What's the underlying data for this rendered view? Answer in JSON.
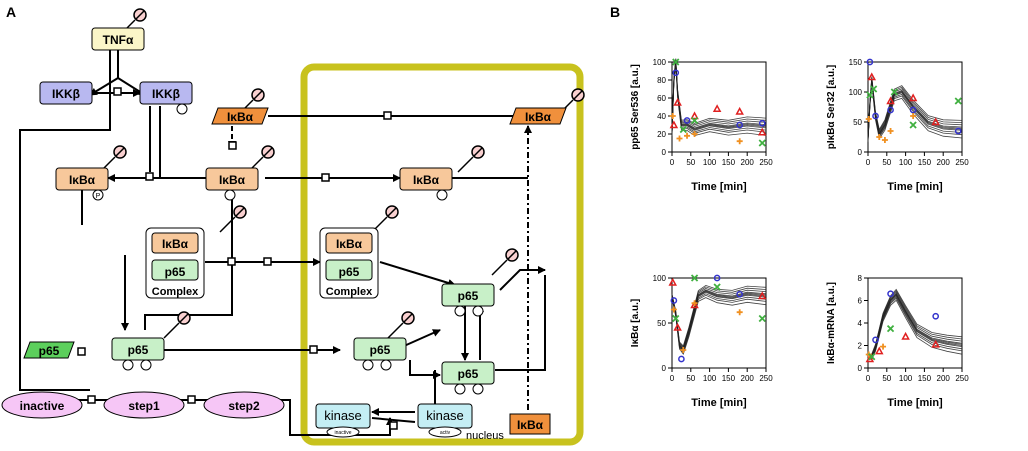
{
  "panels": {
    "a": "A",
    "b": "B"
  },
  "nodes": {
    "tnf": "TNFα",
    "ikkb": "IKKβ",
    "ikba": "IκBα",
    "p65": "p65",
    "complex": "Complex",
    "kinase": "kinase",
    "kinase_inactive": "inactive",
    "kinase_active": "activ",
    "p_mark": "P",
    "inactive": "inactive",
    "step1": "step1",
    "step2": "step2",
    "nucleus": "nucleus"
  },
  "colors": {
    "nucleus_border": "#c8c21e",
    "ikba_fill": "#f7c89b",
    "ikba_dark": "#f0903c",
    "p65_fill": "#c8f0c8",
    "p65_dark": "#5ccf5c",
    "ikkb_fill": "#b8b8f0",
    "tnf_fill": "#fbf6c8",
    "kinase_fill": "#c4eef4",
    "step_fill": "#f6c6f6"
  },
  "chart_data": [
    {
      "type": "line",
      "ylabel": "pp65 Ser536 [a.u.]",
      "xlabel": "Time [min]",
      "xlim": [
        0,
        250
      ],
      "ylim": [
        0,
        100
      ],
      "xticks": [
        0,
        50,
        100,
        150,
        200,
        250
      ],
      "yticks": [
        0,
        20,
        40,
        60,
        80,
        100
      ],
      "fit": [
        [
          0,
          20
        ],
        [
          5,
          80
        ],
        [
          10,
          100
        ],
        [
          15,
          65
        ],
        [
          25,
          30
        ],
        [
          40,
          30
        ],
        [
          60,
          25
        ],
        [
          100,
          30
        ],
        [
          150,
          27
        ],
        [
          200,
          30
        ],
        [
          250,
          28
        ]
      ],
      "series": [
        {
          "marker": "circle",
          "color": "#3333cc",
          "points": [
            [
              10,
              88
            ],
            [
              40,
              35
            ],
            [
              180,
              30
            ],
            [
              240,
              32
            ]
          ]
        },
        {
          "marker": "triangle",
          "color": "#e02020",
          "points": [
            [
              5,
              30
            ],
            [
              15,
              55
            ],
            [
              60,
              40
            ],
            [
              120,
              48
            ],
            [
              180,
              45
            ],
            [
              240,
              22
            ]
          ]
        },
        {
          "marker": "plus",
          "color": "#f09020",
          "points": [
            [
              2,
              40
            ],
            [
              20,
              15
            ],
            [
              40,
              18
            ],
            [
              60,
              20
            ],
            [
              180,
              12
            ]
          ]
        },
        {
          "marker": "cross",
          "color": "#40b040",
          "points": [
            [
              10,
              100
            ],
            [
              30,
              25
            ],
            [
              60,
              35
            ],
            [
              240,
              10
            ]
          ]
        }
      ]
    },
    {
      "type": "line",
      "ylabel": "pIκBα Ser32 [a.u.]",
      "xlabel": "Time [min]",
      "xlim": [
        0,
        250
      ],
      "ylim": [
        0,
        150
      ],
      "xticks": [
        0,
        50,
        100,
        150,
        200,
        250
      ],
      "yticks": [
        0,
        50,
        100,
        150
      ],
      "fit": [
        [
          0,
          20
        ],
        [
          5,
          80
        ],
        [
          10,
          120
        ],
        [
          20,
          60
        ],
        [
          30,
          30
        ],
        [
          45,
          45
        ],
        [
          70,
          95
        ],
        [
          90,
          100
        ],
        [
          120,
          75
        ],
        [
          160,
          48
        ],
        [
          200,
          40
        ],
        [
          250,
          38
        ]
      ],
      "series": [
        {
          "marker": "circle",
          "color": "#3333cc",
          "points": [
            [
              5,
              152
            ],
            [
              20,
              60
            ],
            [
              60,
              70
            ],
            [
              120,
              70
            ],
            [
              240,
              35
            ]
          ]
        },
        {
          "marker": "triangle",
          "color": "#e02020",
          "points": [
            [
              10,
              125
            ],
            [
              60,
              85
            ],
            [
              120,
              90
            ],
            [
              180,
              50
            ]
          ]
        },
        {
          "marker": "plus",
          "color": "#f09020",
          "points": [
            [
              2,
              55
            ],
            [
              30,
              25
            ],
            [
              45,
              20
            ],
            [
              60,
              35
            ],
            [
              120,
              60
            ]
          ]
        },
        {
          "marker": "cross",
          "color": "#40b040",
          "points": [
            [
              5,
              95
            ],
            [
              15,
              105
            ],
            [
              70,
              100
            ],
            [
              120,
              45
            ],
            [
              240,
              85
            ]
          ]
        }
      ]
    },
    {
      "type": "line",
      "ylabel": "IκBα [a.u.]",
      "xlabel": "Time [min]",
      "xlim": [
        0,
        250
      ],
      "ylim": [
        0,
        100
      ],
      "xticks": [
        0,
        50,
        100,
        150,
        200,
        250
      ],
      "yticks": [
        0,
        50,
        100
      ],
      "fit": [
        [
          0,
          80
        ],
        [
          10,
          60
        ],
        [
          20,
          25
        ],
        [
          30,
          20
        ],
        [
          45,
          40
        ],
        [
          70,
          80
        ],
        [
          90,
          85
        ],
        [
          120,
          80
        ],
        [
          160,
          78
        ],
        [
          200,
          82
        ],
        [
          250,
          80
        ]
      ],
      "series": [
        {
          "marker": "circle",
          "color": "#3333cc",
          "points": [
            [
              5,
              75
            ],
            [
              25,
              10
            ],
            [
              120,
              105
            ],
            [
              180,
              82
            ]
          ]
        },
        {
          "marker": "triangle",
          "color": "#e02020",
          "points": [
            [
              2,
              95
            ],
            [
              15,
              45
            ],
            [
              60,
              70
            ],
            [
              240,
              80
            ]
          ]
        },
        {
          "marker": "plus",
          "color": "#f09020",
          "points": [
            [
              5,
              65
            ],
            [
              30,
              20
            ],
            [
              60,
              72
            ],
            [
              180,
              62
            ]
          ]
        },
        {
          "marker": "cross",
          "color": "#40b040",
          "points": [
            [
              10,
              55
            ],
            [
              60,
              100
            ],
            [
              120,
              90
            ],
            [
              240,
              55
            ]
          ]
        }
      ]
    },
    {
      "type": "line",
      "ylabel": "IκBα-mRNA [a.u.]",
      "xlabel": "Time [min]",
      "xlim": [
        0,
        250
      ],
      "ylim": [
        0,
        8
      ],
      "xticks": [
        0,
        50,
        100,
        150,
        200,
        250
      ],
      "yticks": [
        0,
        2,
        4,
        6,
        8
      ],
      "fit": [
        [
          0,
          1
        ],
        [
          10,
          1
        ],
        [
          20,
          1.8
        ],
        [
          40,
          4.5
        ],
        [
          60,
          6
        ],
        [
          75,
          6.5
        ],
        [
          100,
          5
        ],
        [
          130,
          3.3
        ],
        [
          170,
          2.5
        ],
        [
          210,
          2.2
        ],
        [
          250,
          2
        ]
      ],
      "series": [
        {
          "marker": "circle",
          "color": "#3333cc",
          "points": [
            [
              20,
              2.5
            ],
            [
              60,
              6.6
            ],
            [
              180,
              4.6
            ]
          ]
        },
        {
          "marker": "triangle",
          "color": "#e02020",
          "points": [
            [
              5,
              0.8
            ],
            [
              30,
              1.5
            ],
            [
              100,
              2.8
            ],
            [
              180,
              2.1
            ]
          ]
        },
        {
          "marker": "plus",
          "color": "#f09020",
          "points": [
            [
              2,
              1.2
            ],
            [
              40,
              1.9
            ]
          ]
        },
        {
          "marker": "cross",
          "color": "#40b040",
          "points": [
            [
              10,
              1.0
            ],
            [
              60,
              3.5
            ]
          ]
        }
      ]
    }
  ]
}
